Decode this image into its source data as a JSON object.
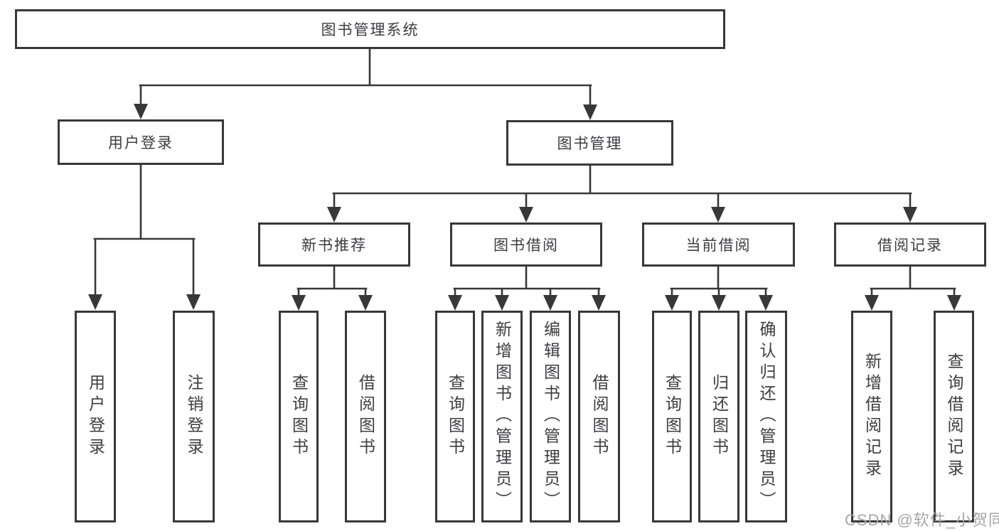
{
  "diagram_title": "图书管理系统",
  "nodes": {
    "root": "图书管理系统",
    "user_login": "用户登录",
    "book_mgmt": "图书管理",
    "new_book_rec": "新书推荐",
    "book_borrow": "图书借阅",
    "current_borrow": "当前借阅",
    "borrow_records": "借阅记录",
    "leaf_user_login": "用户登录",
    "leaf_logout": "注销登录",
    "rec_query_book": "查询图书",
    "rec_borrow_book": "借阅图书",
    "bb_query_book": "查询图书",
    "bb_add_book": "新增图书（管理员）",
    "bb_edit_book": "编辑图书（管理员）",
    "bb_borrow_book": "借阅图书",
    "cb_query_book": "查询图书",
    "cb_return_book": "归还图书",
    "cb_confirm_return": "确认归还（管理员）",
    "br_add_record": "新增借阅记录",
    "br_query_record": "查询借阅记录"
  },
  "hierarchy": [
    {
      "parent": "图书管理系统",
      "children": [
        "用户登录",
        "图书管理"
      ]
    },
    {
      "parent": "用户登录",
      "children": [
        "用户登录",
        "注销登录"
      ]
    },
    {
      "parent": "图书管理",
      "children": [
        "新书推荐",
        "图书借阅",
        "当前借阅",
        "借阅记录"
      ]
    },
    {
      "parent": "新书推荐",
      "children": [
        "查询图书",
        "借阅图书"
      ]
    },
    {
      "parent": "图书借阅",
      "children": [
        "查询图书",
        "新增图书（管理员）",
        "编辑图书（管理员）",
        "借阅图书"
      ]
    },
    {
      "parent": "当前借阅",
      "children": [
        "查询图书",
        "归还图书",
        "确认归还（管理员）"
      ]
    },
    {
      "parent": "借阅记录",
      "children": [
        "新增借阅记录",
        "查询借阅记录"
      ]
    }
  ],
  "watermark": {
    "text": "CSDN @软件_小贺同学"
  },
  "colors": {
    "line": "#383838",
    "box_border": "#383838",
    "text": "#3d3d40",
    "background": "#ffffff",
    "watermark": "#a6a6a6"
  }
}
